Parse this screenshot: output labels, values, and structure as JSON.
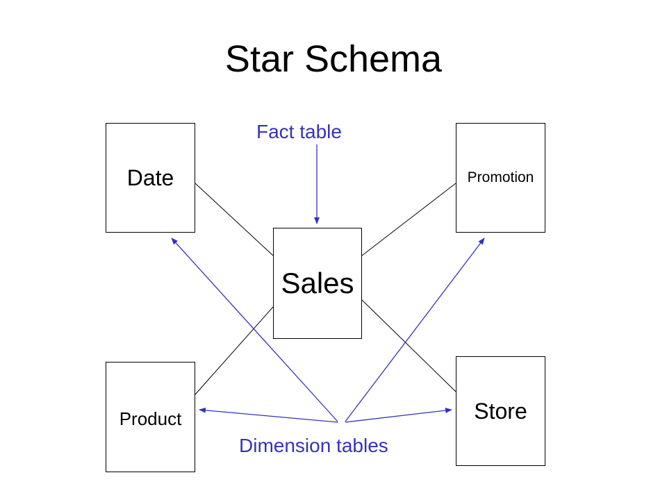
{
  "slide": {
    "title": "Star Schema"
  },
  "diagram": {
    "fact_table": {
      "name": "Sales"
    },
    "dimension_tables": [
      {
        "id": "date",
        "name": "Date"
      },
      {
        "id": "promotion",
        "name": "Promotion"
      },
      {
        "id": "product",
        "name": "Product"
      },
      {
        "id": "store",
        "name": "Store"
      }
    ],
    "annotations": {
      "fact_label": "Fact table",
      "dimension_label": "Dimension tables"
    },
    "colors": {
      "connector": "#000000",
      "annotation": "#3333bb"
    }
  }
}
